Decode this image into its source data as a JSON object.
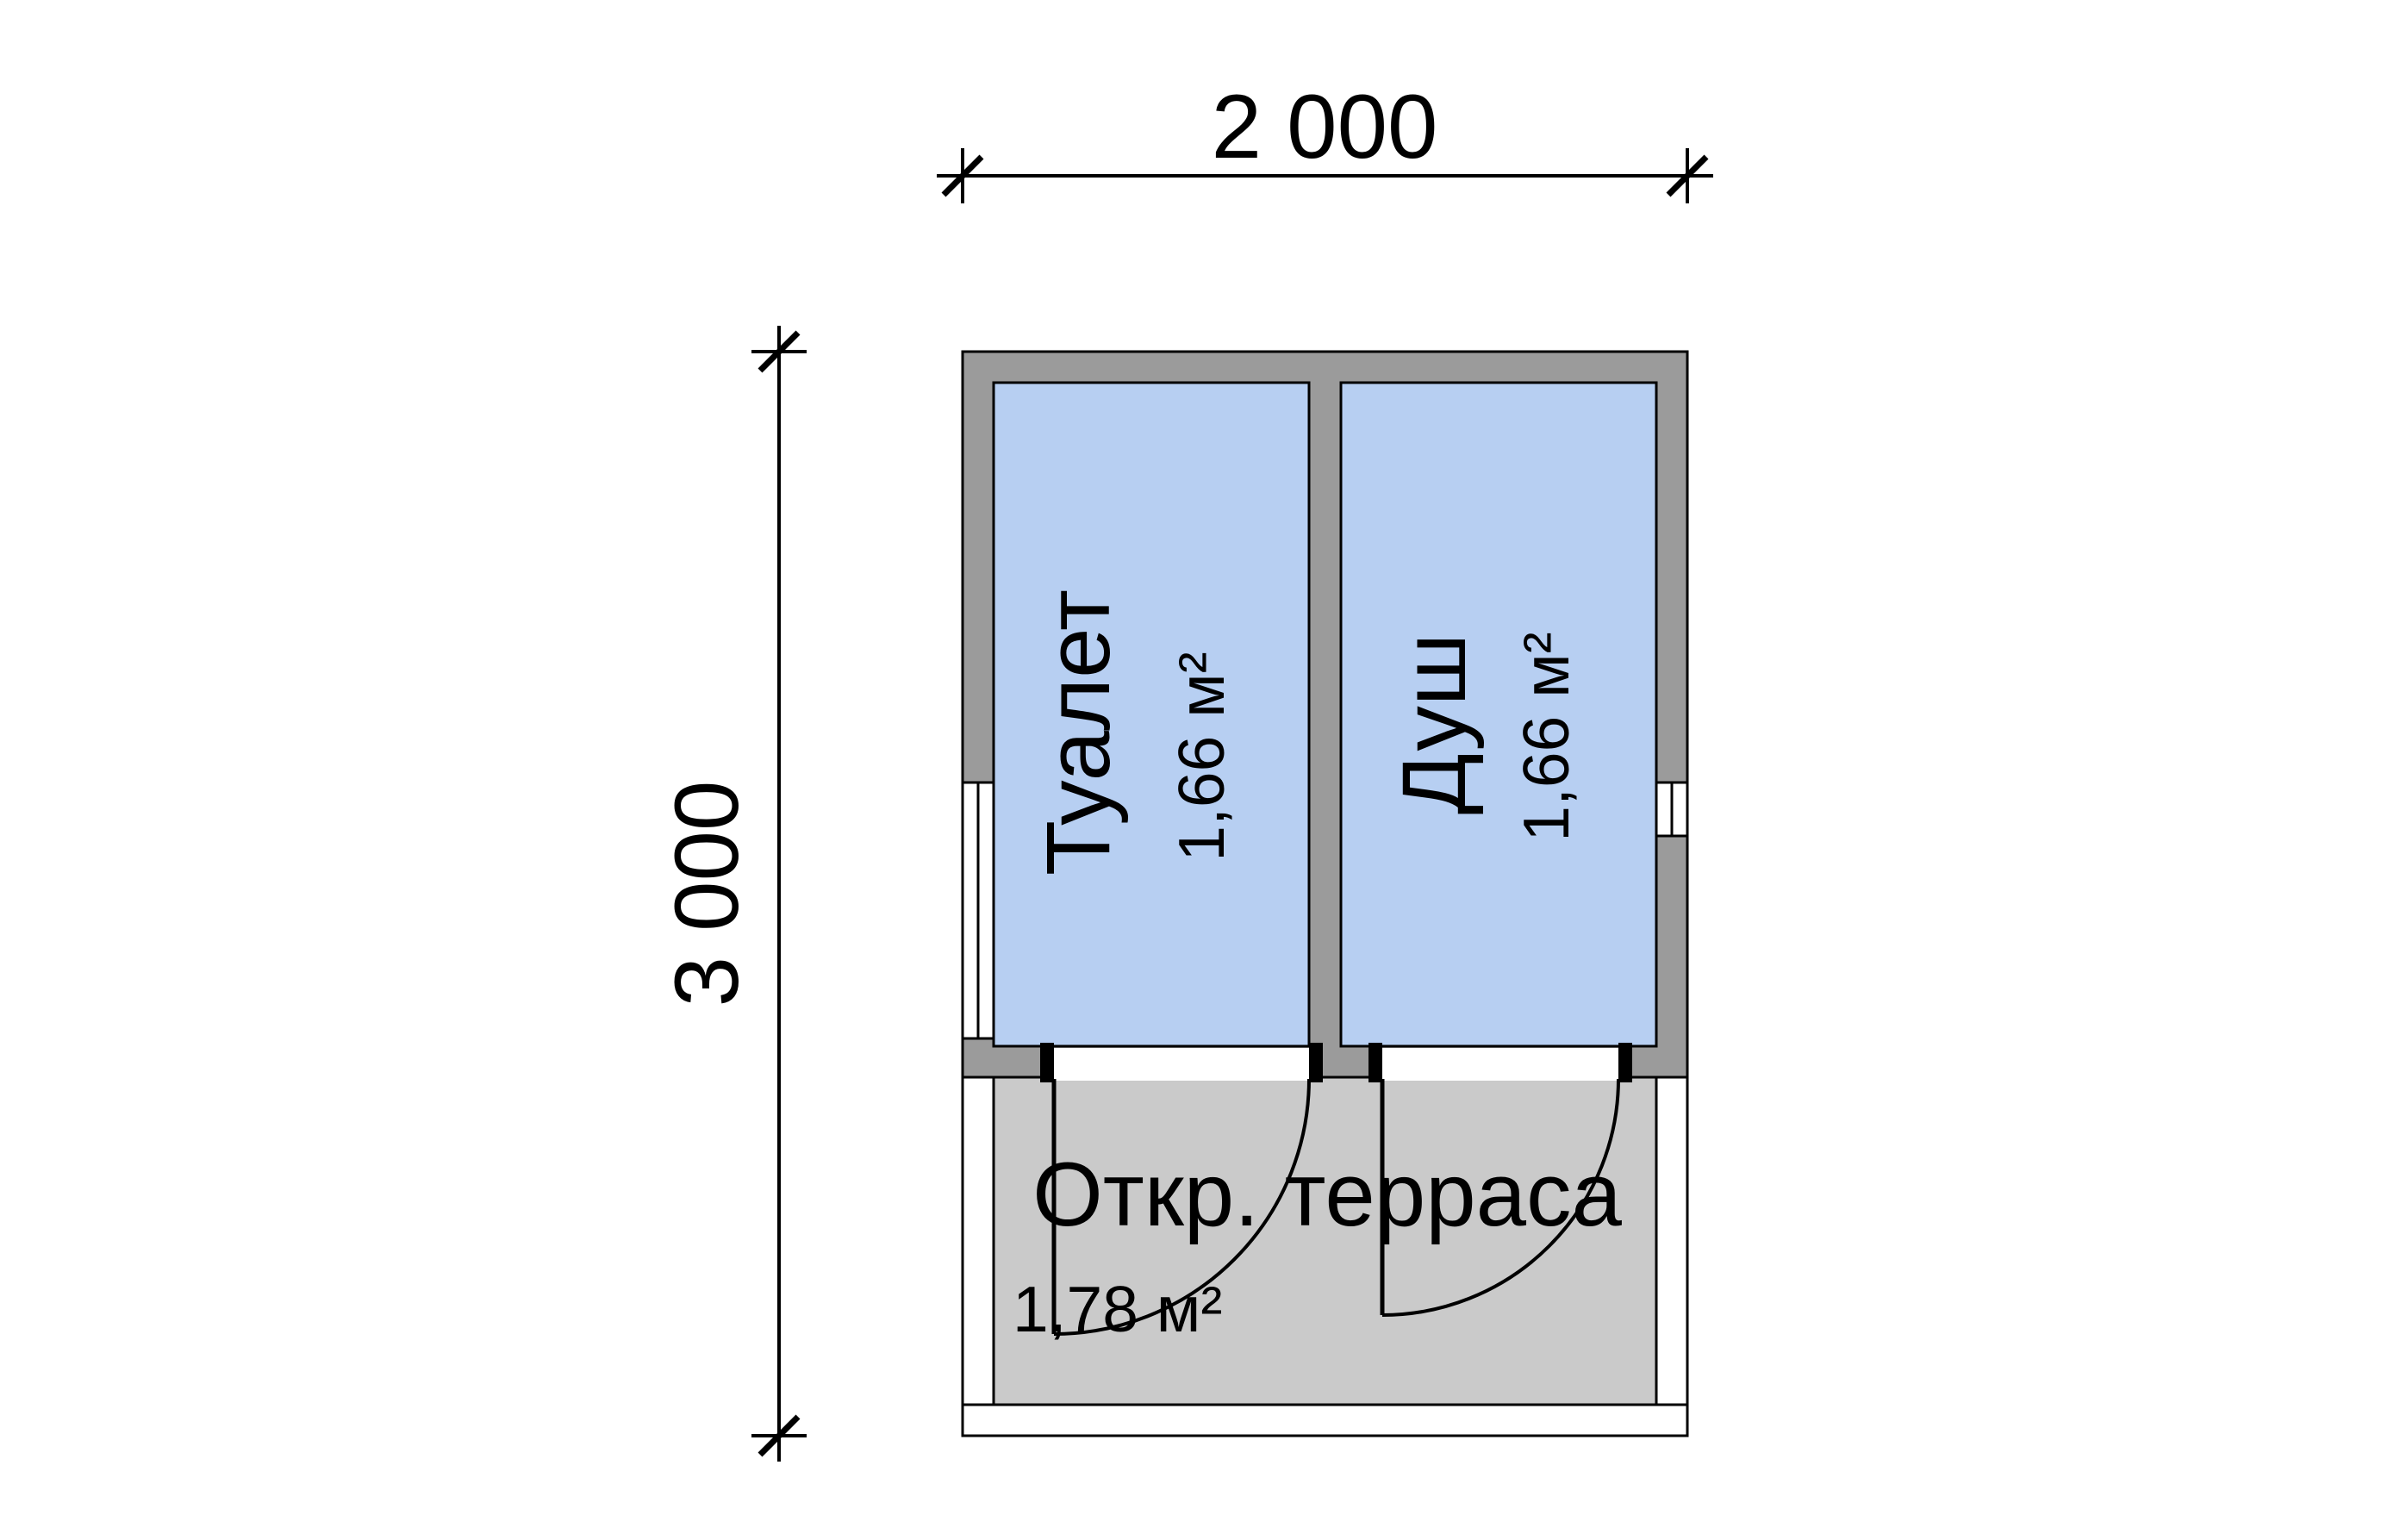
{
  "plan": {
    "dimension_width": "2 000",
    "dimension_height": "3 000",
    "rooms": [
      {
        "name": "Туалет",
        "area": "1,66 м²"
      },
      {
        "name": "Душ",
        "area": "1,66 м²"
      }
    ],
    "terrace": {
      "name": "Откр. терраса",
      "area": "1,78 м²"
    },
    "colors": {
      "room_fill": "#b7cff2",
      "terrace_fill": "#cacaca",
      "wall_fill": "#9b9b9b",
      "outline": "#000000"
    }
  }
}
